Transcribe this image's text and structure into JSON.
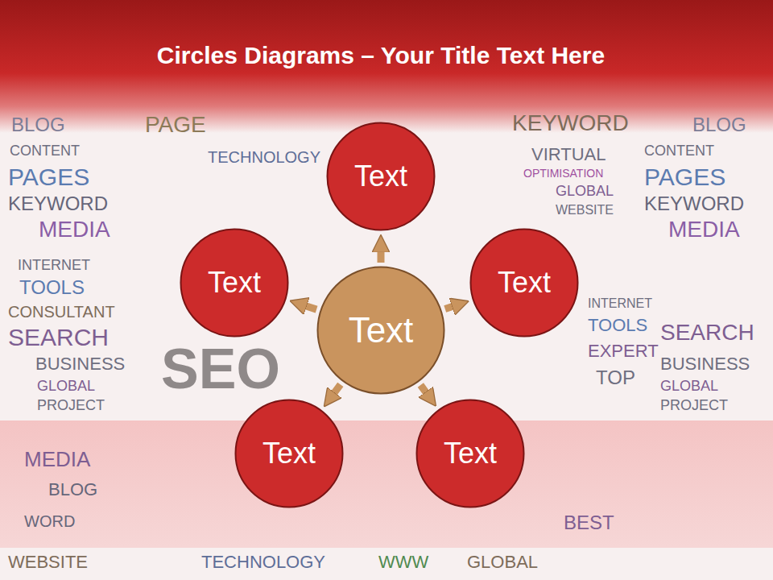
{
  "diagram": {
    "title": "Circles Diagrams – Your Title Text Here",
    "nodes": [
      {
        "text": [
          "Text"
        ]
      },
      {
        "text": [
          "Text"
        ]
      },
      {
        "text": [
          "Text"
        ]
      },
      {
        "text": [
          "Text"
        ]
      },
      {
        "text": [
          "Text"
        ]
      },
      {
        "text": [
          "Text"
        ]
      }
    ],
    "edges": [
      {
        "from": 0,
        "to": 1,
        "arrow": "to"
      },
      {
        "from": 0,
        "to": 2,
        "arrow": "to"
      },
      {
        "from": 0,
        "to": 3,
        "arrow": "to"
      },
      {
        "from": 0,
        "to": 4,
        "arrow": "to"
      },
      {
        "from": 0,
        "to": 5,
        "arrow": "to"
      }
    ],
    "labels": [
      "SEO",
      "BLOG",
      "CONTENT",
      "PAGES",
      "KEYWORD",
      "MEDIA",
      "INTERNET",
      "TOOLS",
      "CONSULTANT",
      "SEARCH",
      "BUSINESS",
      "GLOBAL",
      "PROJECT",
      "PAGE",
      "TECHNOLOGY",
      "KEYWORD",
      "BLOG",
      "VIRTUAL",
      "OPTIMISATION",
      "GLOBAL",
      "WEBSITE",
      "CONTENT",
      "PAGES",
      "KEYWORD",
      "MEDIA",
      "INTERNET",
      "TOOLS",
      "EXPERT",
      "SEARCH",
      "BUSINESS",
      "GLOBAL",
      "PROJECT",
      "TOP",
      "MEDIA",
      "BLOG",
      "WORD",
      "BEST",
      "TECHNOLOGY",
      "WWW",
      "GLOBAL",
      "WEBSITE"
    ]
  }
}
